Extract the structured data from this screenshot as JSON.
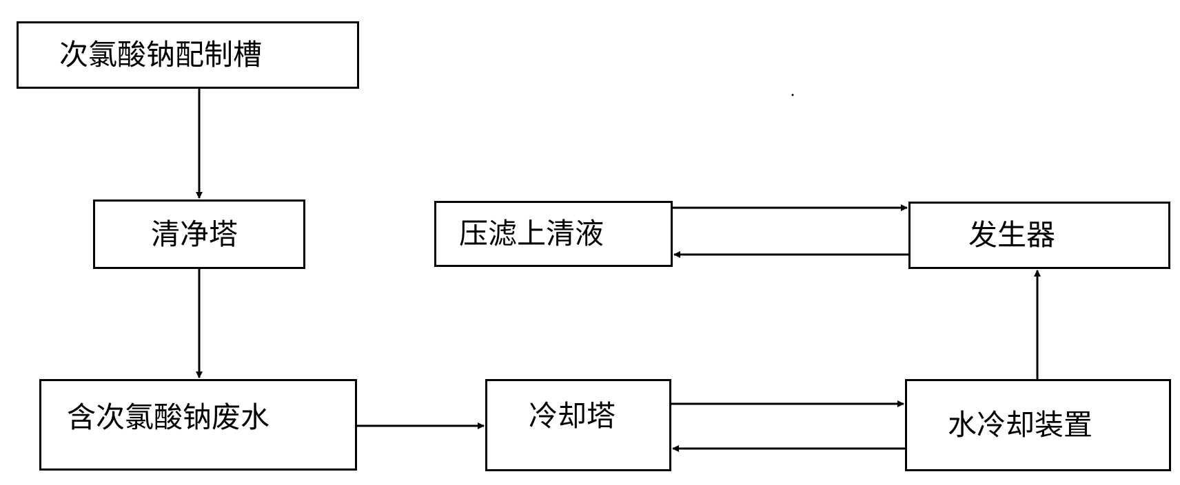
{
  "diagram": {
    "nodes": {
      "prep_tank": "次氯酸钠配制槽",
      "purification_tower": "清净塔",
      "wastewater": "含次氯酸钠废水",
      "filter_liquid": "压滤上清液",
      "generator": "发生器",
      "cooling_tower": "冷却塔",
      "water_cooler": "水冷却装置"
    },
    "edges": [
      {
        "from": "prep_tank",
        "to": "purification_tower"
      },
      {
        "from": "purification_tower",
        "to": "wastewater"
      },
      {
        "from": "wastewater",
        "to": "cooling_tower"
      },
      {
        "from": "cooling_tower",
        "to": "water_cooler"
      },
      {
        "from": "water_cooler",
        "to": "cooling_tower"
      },
      {
        "from": "water_cooler",
        "to": "generator"
      },
      {
        "from": "filter_liquid",
        "to": "generator"
      },
      {
        "from": "generator",
        "to": "filter_liquid"
      }
    ],
    "colors": {
      "line": "#000000",
      "background": "#ffffff"
    }
  }
}
